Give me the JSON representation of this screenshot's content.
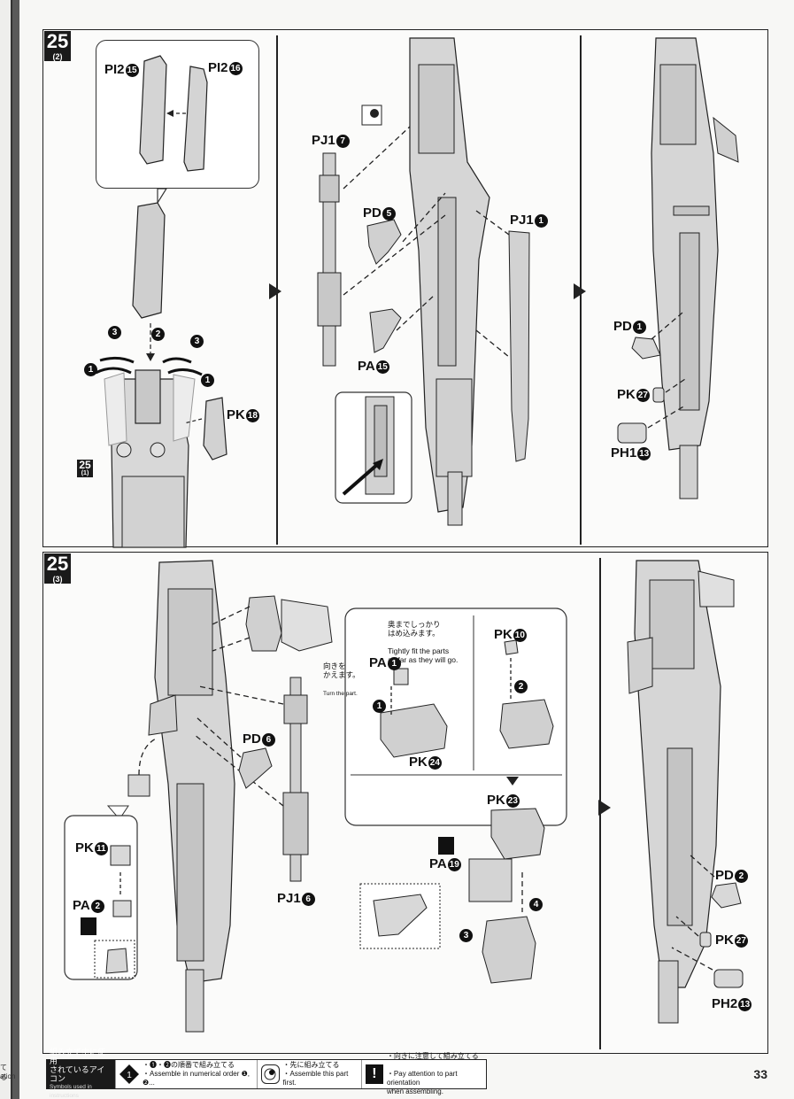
{
  "page": {
    "number": "33"
  },
  "prev_page_fragments": [
    "てる",
    "ation"
  ],
  "step_25_2": {
    "step_label": "25",
    "sub_label": "(2)",
    "callout_parts": [
      "PI2",
      "PI2"
    ],
    "callout_nums": [
      "15",
      "16"
    ],
    "order_markers": [
      "3",
      "2",
      "3",
      "1",
      "1"
    ],
    "parts": [
      {
        "code": "PK",
        "num": "18"
      }
    ],
    "ref_step": "25",
    "ref_sub": "(1)"
  },
  "step_25_2b": {
    "parts": [
      {
        "code": "PJ1",
        "num": "7"
      },
      {
        "code": "PD",
        "num": "5"
      },
      {
        "code": "PJ1",
        "num": "1"
      },
      {
        "code": "PA",
        "num": "15"
      }
    ]
  },
  "step_25_2c": {
    "parts": [
      {
        "code": "PD",
        "num": "1"
      },
      {
        "code": "PK",
        "num": "27"
      },
      {
        "code": "PH1",
        "num": "13"
      }
    ]
  },
  "step_25_3": {
    "step_label": "25",
    "sub_label": "(3)",
    "turn_note_jp": "向きを\nかえます。",
    "turn_note_en": "Turn the part.",
    "tight_note_jp": "奥までしっかり\nはめ込みます。",
    "tight_note_en": "Tightly fit the parts\nas far as they will go.",
    "parts": [
      {
        "code": "PD",
        "num": "6"
      },
      {
        "code": "PJ1",
        "num": "6"
      },
      {
        "code": "PK",
        "num": "11"
      },
      {
        "code": "PA",
        "num": "2"
      },
      {
        "code": "PA",
        "num": "1"
      },
      {
        "code": "PK",
        "num": "10"
      },
      {
        "code": "PK",
        "num": "24"
      },
      {
        "code": "PK",
        "num": "23"
      },
      {
        "code": "PA",
        "num": "19"
      }
    ],
    "order_markers": [
      "1",
      "2",
      "3",
      "4"
    ]
  },
  "step_25_3b": {
    "parts": [
      {
        "code": "PD",
        "num": "2"
      },
      {
        "code": "PK",
        "num": "27"
      },
      {
        "code": "PH2",
        "num": "13"
      }
    ]
  },
  "legend": {
    "title_jp": "組み立て中に使用\nされているアイコン",
    "title_en": "Symbols used in instructions",
    "items": [
      {
        "icon": "order-number-icon",
        "jp": "・❶・❷の順番で組み立てる",
        "en": "・Assemble in numerical order ❶, ❷..."
      },
      {
        "icon": "assemble-first-icon",
        "jp": "・先に組み立てる",
        "en": "・Assemble this part first."
      },
      {
        "icon": "attention-icon",
        "jp": "・向きに注意して組み立てる",
        "en": "・Pay attention to part orientation\nwhen assembling."
      }
    ]
  }
}
